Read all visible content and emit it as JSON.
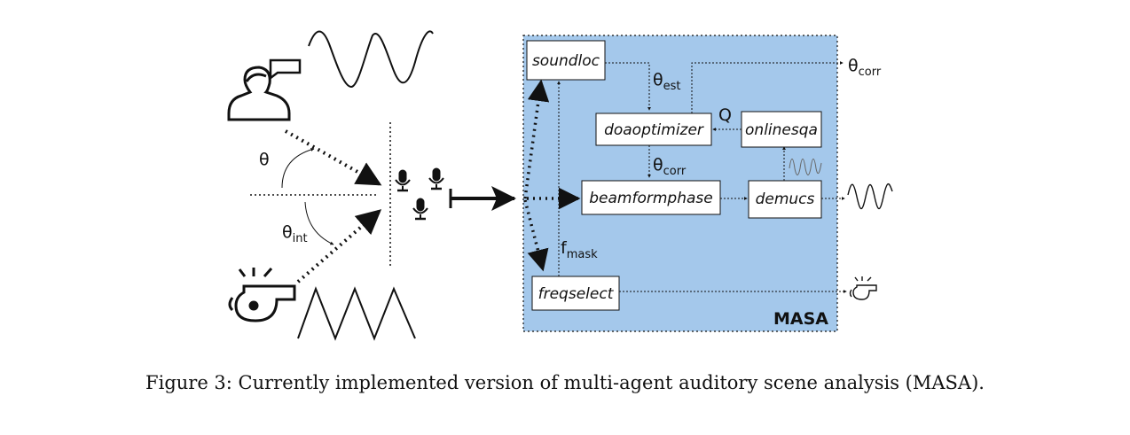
{
  "diagram": {
    "system_label": "MASA",
    "modules": {
      "soundloc": "soundloc",
      "doaoptimizer": "doaoptimizer",
      "onlinesqa": "onlinesqa",
      "beamformphase": "beamformphase",
      "demucs": "demucs",
      "freqselect": "freqselect"
    },
    "labels": {
      "theta": "θ",
      "theta_int_base": "θ",
      "theta_int_sub": "int",
      "theta_est_base": "θ",
      "theta_est_sub": "est",
      "theta_corr_base": "θ",
      "theta_corr_sub": "corr",
      "theta_corr_out_base": "θ",
      "theta_corr_out_sub": "corr",
      "q": "Q",
      "f_mask_base": "f",
      "f_mask_sub": "mask"
    },
    "colors": {
      "masa_fill": "#a4c8eb",
      "line": "#111111"
    },
    "icons": [
      "person-speaking-icon",
      "whistle-icon",
      "microphone-icon",
      "sine-wave-icon",
      "triangle-wave-icon"
    ]
  },
  "caption": "Figure 3: Currently implemented version of multi-agent auditory scene analysis (MASA)."
}
